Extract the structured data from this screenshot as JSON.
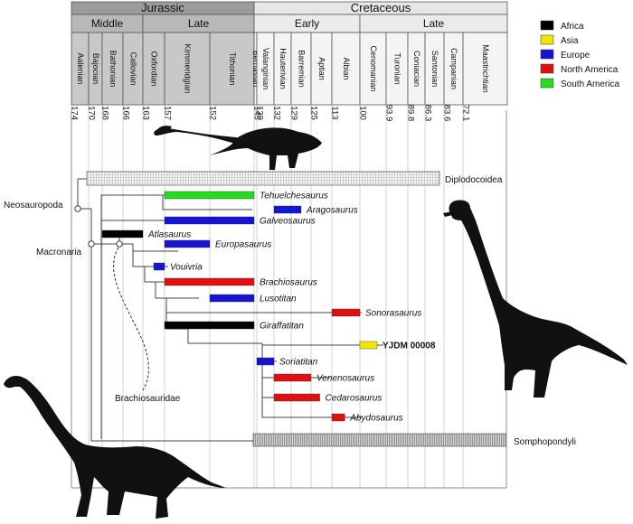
{
  "timescale": {
    "periods": [
      {
        "label": "Jurassic",
        "start": 174,
        "end": 145
      },
      {
        "label": "Cretaceous",
        "start": 145,
        "end": 66
      }
    ],
    "epochs": [
      {
        "label": "Middle",
        "start": 174,
        "end": 163
      },
      {
        "label": "Late",
        "start": 163,
        "end": 145
      },
      {
        "label": "Early",
        "start": 145,
        "end": 100
      },
      {
        "label": "Late",
        "start": 100,
        "end": 66
      }
    ],
    "stages": [
      {
        "label": "Aalenian",
        "start": 174,
        "end": 170
      },
      {
        "label": "Bajocian",
        "start": 170,
        "end": 168
      },
      {
        "label": "Bathonian",
        "start": 168,
        "end": 166
      },
      {
        "label": "Callovian",
        "start": 166,
        "end": 163
      },
      {
        "label": "Oxfordian",
        "start": 163,
        "end": 157
      },
      {
        "label": "Kimmeridgian",
        "start": 157,
        "end": 152
      },
      {
        "label": "Tithonian",
        "start": 152,
        "end": 145
      },
      {
        "label": "Berriasian",
        "start": 145,
        "end": 139
      },
      {
        "label": "Valanginian",
        "start": 139,
        "end": 132
      },
      {
        "label": "Hauterivian",
        "start": 132,
        "end": 129
      },
      {
        "label": "Barremian",
        "start": 129,
        "end": 125
      },
      {
        "label": "Aptian",
        "start": 125,
        "end": 113
      },
      {
        "label": "Albian",
        "start": 113,
        "end": 100
      },
      {
        "label": "Cenomanian",
        "start": 100,
        "end": 93.9
      },
      {
        "label": "Turonian",
        "start": 93.9,
        "end": 89.8
      },
      {
        "label": "Coniacian",
        "start": 89.8,
        "end": 86.3
      },
      {
        "label": "Santonian",
        "start": 86.3,
        "end": 83.6
      },
      {
        "label": "Campanian",
        "start": 83.6,
        "end": 72.1
      },
      {
        "label": "Maastrichtian",
        "start": 72.1,
        "end": 66
      }
    ],
    "age_labels": [
      "174",
      "170",
      "168",
      "166",
      "163",
      "157",
      "152",
      "145",
      "139",
      "132",
      "129",
      "125",
      "113",
      "100",
      "93.9",
      "89.8",
      "86.3",
      "83.6",
      "72.1"
    ]
  },
  "legend": [
    {
      "label": "Africa",
      "color": "#000000"
    },
    {
      "label": "Asia",
      "color": "#f2e600"
    },
    {
      "label": "Europe",
      "color": "#1414d2"
    },
    {
      "label": "North America",
      "color": "#e01010"
    },
    {
      "label": "South America",
      "color": "#22dd22"
    }
  ],
  "clades": {
    "neosauropoda": "Neosauropoda",
    "macronaria": "Macronaria",
    "brachiosauridae": "Brachiosauridae",
    "diplodocoidea": "Diplodocoidea",
    "somphospondyli": "Somphopondyli"
  },
  "taxa": [
    {
      "name": "Tehuelchesaurus",
      "region": "South America",
      "range": [
        157,
        145
      ]
    },
    {
      "name": "Aragosaurus",
      "region": "Europe",
      "range": [
        132,
        127
      ]
    },
    {
      "name": "Galveosaurus",
      "region": "Europe",
      "range": [
        157,
        145
      ]
    },
    {
      "name": "Atlasaurus",
      "region": "Africa",
      "range": [
        168,
        163
      ]
    },
    {
      "name": "Europasaurus",
      "region": "Europe",
      "range": [
        157,
        152
      ]
    },
    {
      "name": "Vouivria",
      "region": "Europe",
      "range": [
        160,
        157
      ]
    },
    {
      "name": "Brachiosaurus",
      "region": "North America",
      "range": [
        157,
        145
      ]
    },
    {
      "name": "Lusotitan",
      "region": "Europe",
      "range": [
        152,
        145
      ]
    },
    {
      "name": "Sonorasaurus",
      "region": "North America",
      "range": [
        113,
        100
      ]
    },
    {
      "name": "Giraffatitan",
      "region": "Africa",
      "range": [
        157,
        145
      ]
    },
    {
      "name": "YJDM 00008",
      "region": "Asia",
      "range": [
        100,
        96
      ]
    },
    {
      "name": "Soriatitan",
      "region": "Europe",
      "range": [
        139,
        132
      ]
    },
    {
      "name": "Venenosaurus",
      "region": "North America",
      "range": [
        132,
        125
      ]
    },
    {
      "name": "Cedarosaurus",
      "region": "North America",
      "range": [
        132,
        120
      ]
    },
    {
      "name": "Abydosaurus",
      "region": "North America",
      "range": [
        113,
        107
      ]
    }
  ]
}
